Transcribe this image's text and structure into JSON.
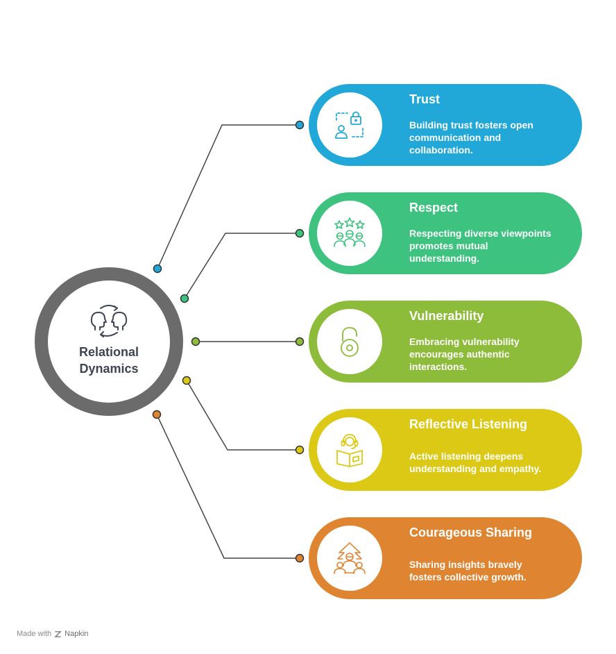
{
  "hub": {
    "title": "Relational Dynamics",
    "icon": "head-exchange-icon",
    "color": "#6b6b6b"
  },
  "items": [
    {
      "title": "Trust",
      "description": "Building trust fosters open communication and collaboration.",
      "color": "#21a8d8",
      "icon": "user-lock-icon"
    },
    {
      "title": "Respect",
      "description": "Respecting diverse viewpoints promotes mutual understanding.",
      "color": "#3dc37f",
      "icon": "stars-people-icon"
    },
    {
      "title": "Vulnerability",
      "description": "Embracing vulnerability encourages authentic interactions.",
      "color": "#8dbb3a",
      "icon": "open-padlock-icon"
    },
    {
      "title": "Reflective Listening",
      "description": "Active listening deepens understanding and empathy.",
      "color": "#dcc916",
      "icon": "listener-book-icon"
    },
    {
      "title": "Courageous Sharing",
      "description": "Sharing insights bravely fosters collective growth.",
      "color": "#df8430",
      "icon": "growth-team-icon"
    }
  ],
  "footer": {
    "prefix": "Made with",
    "brand": "Napkin",
    "icon": "napkin-logo-icon"
  }
}
